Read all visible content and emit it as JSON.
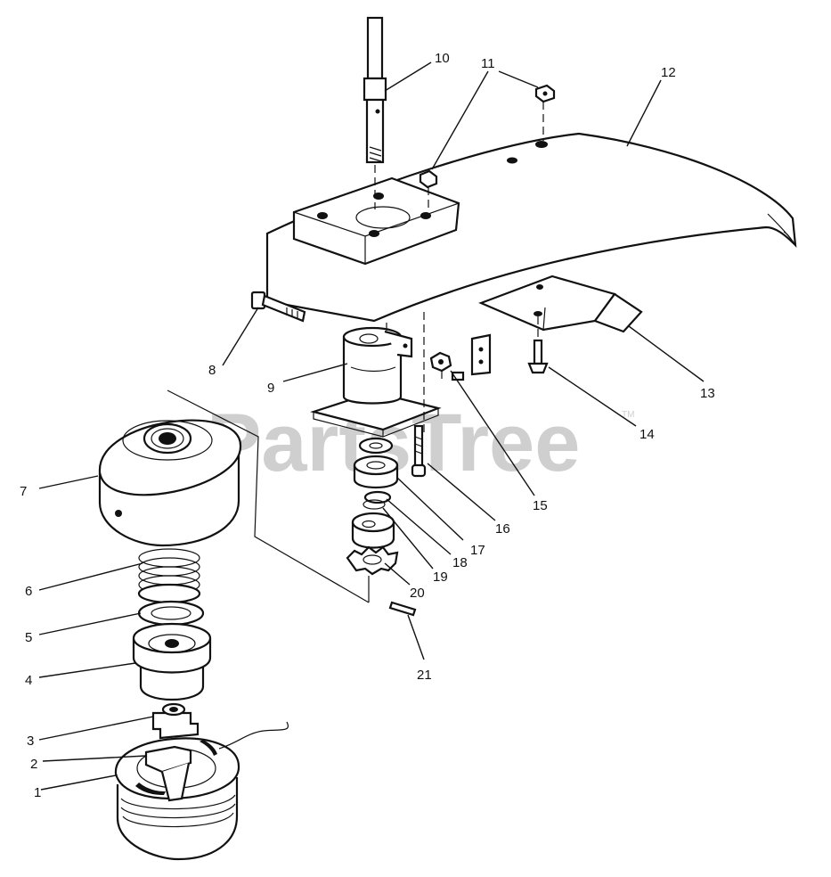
{
  "watermark": {
    "text": "PartsTree",
    "trademark": "TM"
  },
  "callouts": [
    {
      "id": "1",
      "label": "1"
    },
    {
      "id": "2",
      "label": "2"
    },
    {
      "id": "3",
      "label": "3"
    },
    {
      "id": "4",
      "label": "4"
    },
    {
      "id": "5",
      "label": "5"
    },
    {
      "id": "6",
      "label": "6"
    },
    {
      "id": "7",
      "label": "7"
    },
    {
      "id": "8",
      "label": "8"
    },
    {
      "id": "9",
      "label": "9"
    },
    {
      "id": "10",
      "label": "10"
    },
    {
      "id": "11",
      "label": "11"
    },
    {
      "id": "12",
      "label": "12"
    },
    {
      "id": "13",
      "label": "13"
    },
    {
      "id": "14",
      "label": "14"
    },
    {
      "id": "15",
      "label": "15"
    },
    {
      "id": "16",
      "label": "16"
    },
    {
      "id": "17",
      "label": "17"
    },
    {
      "id": "18",
      "label": "18"
    },
    {
      "id": "19",
      "label": "19"
    },
    {
      "id": "20",
      "label": "20"
    },
    {
      "id": "21",
      "label": "21"
    }
  ]
}
